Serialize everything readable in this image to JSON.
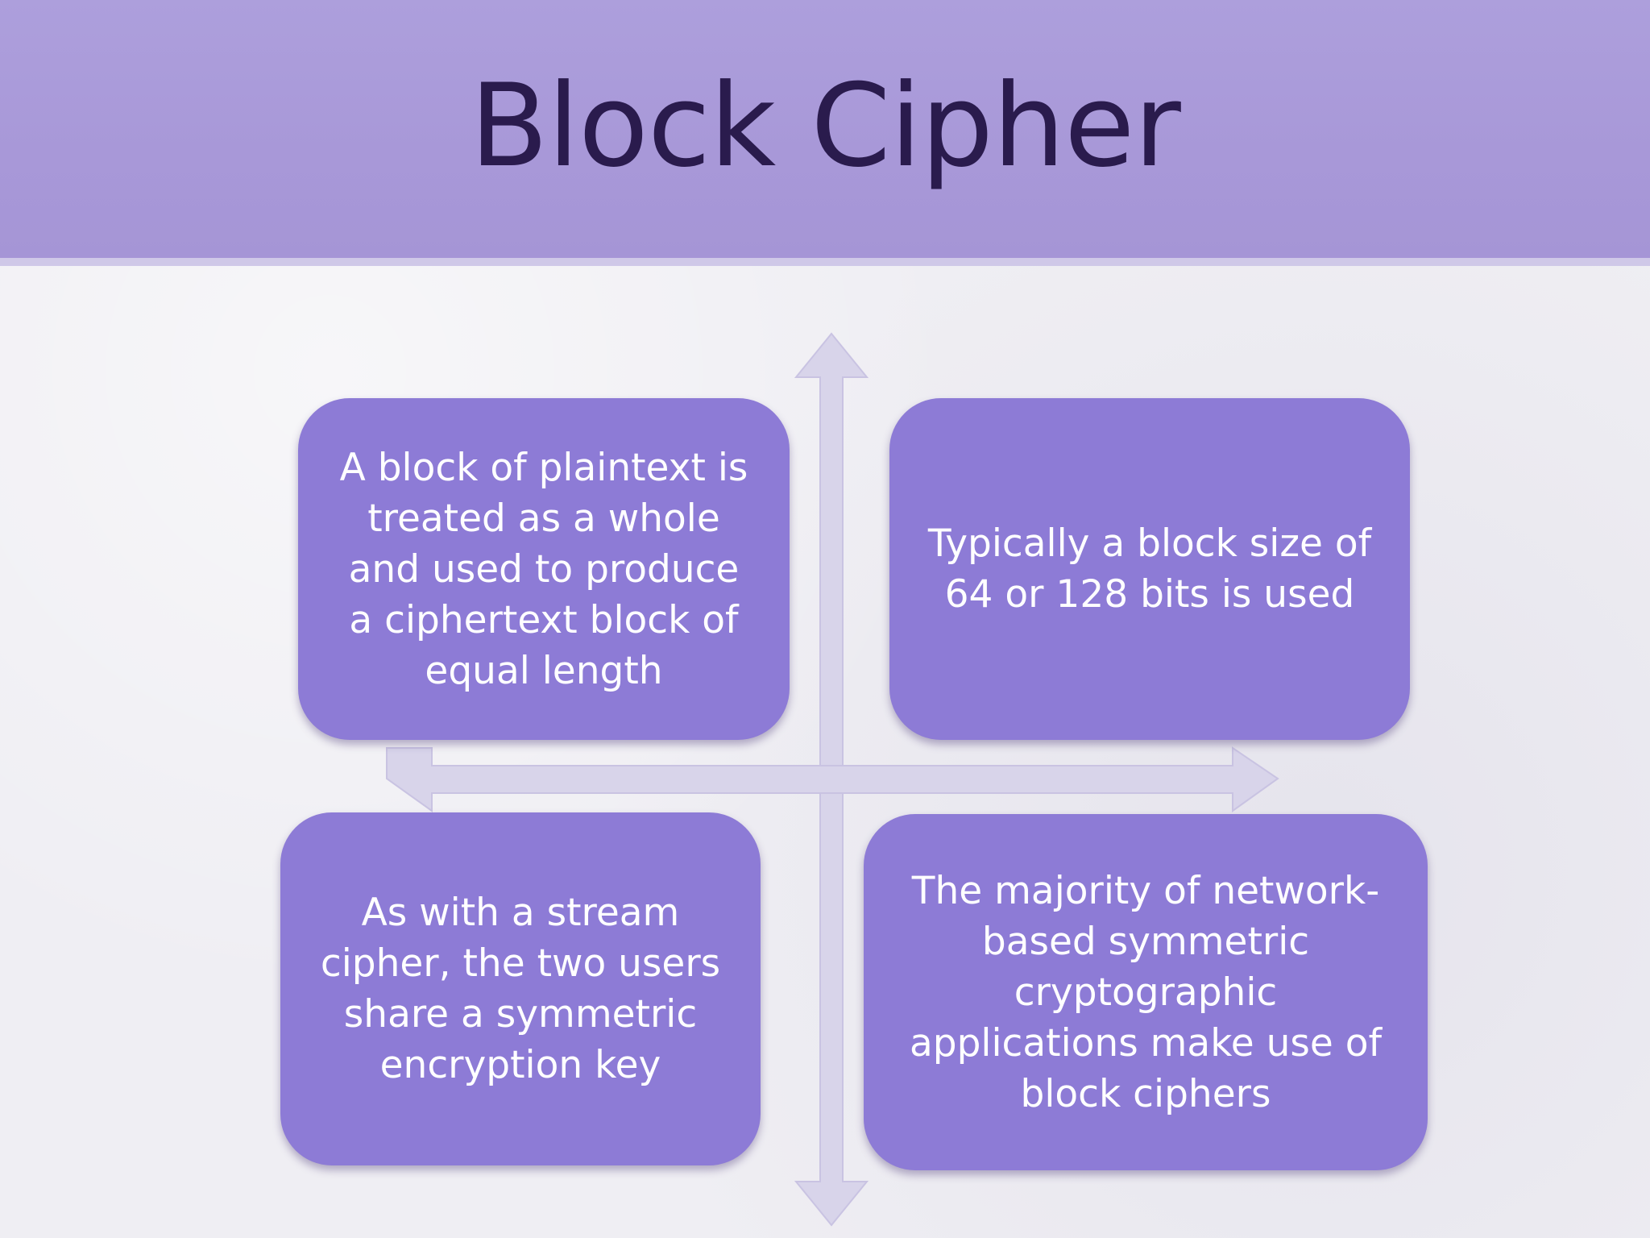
{
  "slide": {
    "title": "Block Cipher"
  },
  "colors": {
    "header": "#a898d8",
    "title_text": "#2a1b4d",
    "box_fill": "#8d7bd6",
    "axis_fill": "#d8d4ea",
    "background": "#efeef3"
  },
  "quadrants": {
    "top_left": "A block of plaintext is\ntreated as a whole\nand used to produce\na ciphertext block of\nequal length",
    "top_right": "Typically a block size of\n64 or 128 bits is used",
    "bottom_left": "As with a stream\ncipher,  the two users\nshare a symmetric\nencryption key",
    "bottom_right": "The majority of network-\nbased symmetric\ncryptographic\napplications make use of\nblock ciphers"
  }
}
